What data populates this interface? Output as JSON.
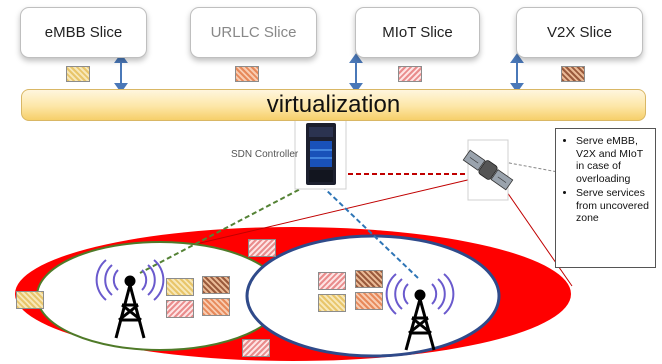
{
  "slices": [
    {
      "label": "eMBB Slice"
    },
    {
      "label": "URLLC Slice"
    },
    {
      "label": "MIoT Slice"
    },
    {
      "label": "V2X Slice"
    }
  ],
  "virtualization": {
    "label": "virtualization"
  },
  "sdn": {
    "label": "SDN Controller"
  },
  "note": {
    "items": [
      "Serve eMBB, V2X and MIoT in case of overloading",
      "Serve services from uncovered zone"
    ]
  },
  "colors": {
    "macro_cell": "#ff0000",
    "cell_left_border": "#4f7a28",
    "cell_right_border": "#2f4a8a",
    "arrow": "#4a78b8",
    "link_red": "#c00000",
    "link_green": "#548235",
    "link_blue": "#2e75b6"
  },
  "icons": [
    "antenna-tower-icon",
    "server-tower-icon",
    "satellite-icon"
  ]
}
